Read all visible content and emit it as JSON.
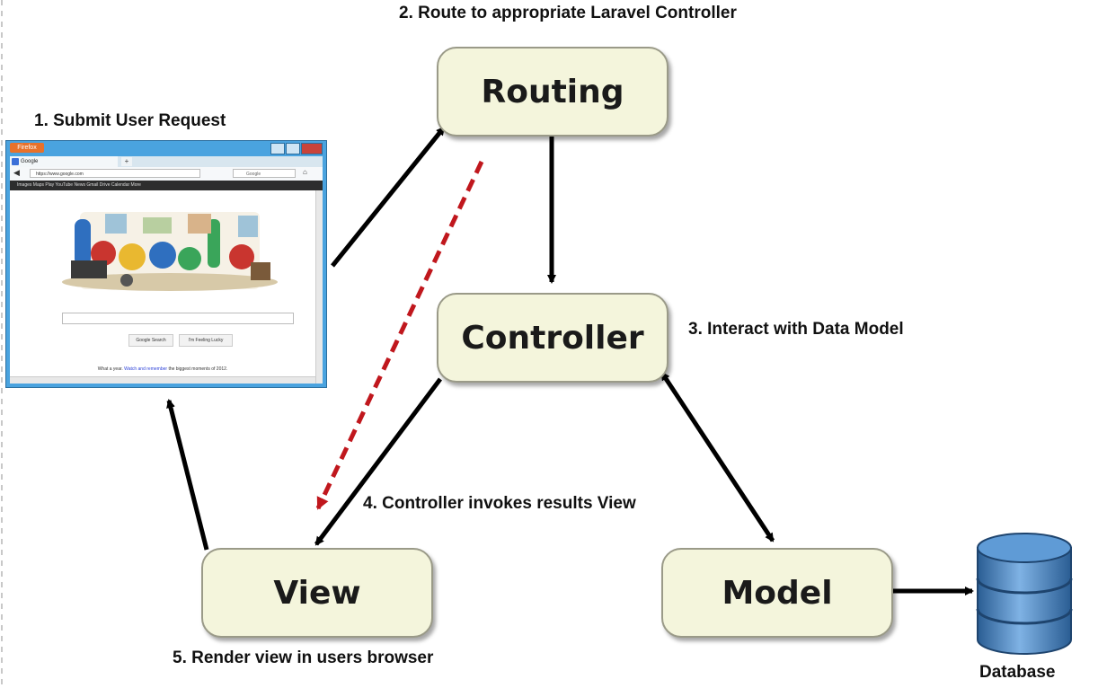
{
  "steps": {
    "step1": "1. Submit User Request",
    "step2": "2. Route to appropriate Laravel Controller",
    "step3": "3. Interact with Data Model",
    "step4": "4. Controller invokes results View",
    "step5": "5. Render view in users browser"
  },
  "boxes": {
    "routing": "Routing",
    "controller": "Controller",
    "view": "View",
    "model": "Model"
  },
  "database_label": "Database",
  "colors": {
    "box_fill": "#f4f5dc",
    "arrow": "#000000",
    "dashed_arrow": "#c0171d",
    "db_blue": "#3e7fbf"
  },
  "browser": {
    "app_button": "Firefox",
    "tab_title": "Google",
    "url": "https://www.google.com",
    "search_placeholder": "Google",
    "toolbar_links": "Images  Maps  Play  YouTube  News  Gmail  Drive  Calendar  More",
    "search_button": "Google Search",
    "lucky_button": "I'm Feeling Lucky",
    "footer_before": "What a year.",
    "footer_link": "Watch and remember",
    "footer_after": "the biggest moments of 2012."
  }
}
